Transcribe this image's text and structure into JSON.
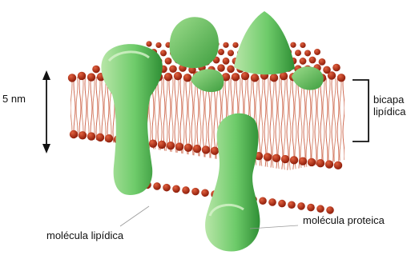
{
  "labels": {
    "thickness": "5 nm",
    "bilayer": "bicapa lipídica",
    "lipid_molecule": "molécula lipídica",
    "protein_molecule": "molécula proteica"
  },
  "colors": {
    "lipid_head": "#b02a10",
    "lipid_head_highlight": "#e2613f",
    "lipid_tail": "#c8553a",
    "protein": "#6ecb6a",
    "protein_light": "#b8e6a8",
    "protein_dark": "#2f8f35",
    "bracket": "#111111"
  }
}
